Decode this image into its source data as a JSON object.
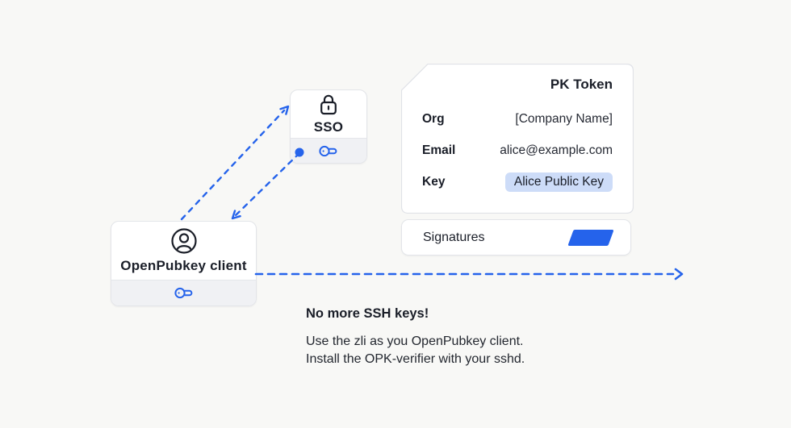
{
  "colors": {
    "accent_blue": "#2563eb",
    "dark_text": "#1a1e28",
    "background": "#f8f8f6",
    "node_strip": "#f0f1f4",
    "border": "#e3e5e9",
    "key_pill_bg": "#cddcf8"
  },
  "sso_node": {
    "label": "SSO",
    "icon": "lock-icon",
    "strip_icon": "key-icon"
  },
  "client_node": {
    "label": "OpenPubkey client",
    "icon": "user-circle-icon",
    "strip_icon": "key-icon"
  },
  "pk_token_card": {
    "title": "PK Token",
    "rows": [
      {
        "label": "Org",
        "value": "[Company Name]",
        "highlight": false
      },
      {
        "label": "Email",
        "value": "alice@example.com",
        "highlight": false
      },
      {
        "label": "Key",
        "value": "Alice Public Key",
        "highlight": true
      }
    ]
  },
  "signatures_box": {
    "label": "Signatures",
    "icon": "signature-parallelogram"
  },
  "caption": {
    "heading": "No more SSH keys!",
    "line1": "Use the zli as you OpenPubkey client.",
    "line2": "Install the OPK-verifier with your sshd."
  }
}
